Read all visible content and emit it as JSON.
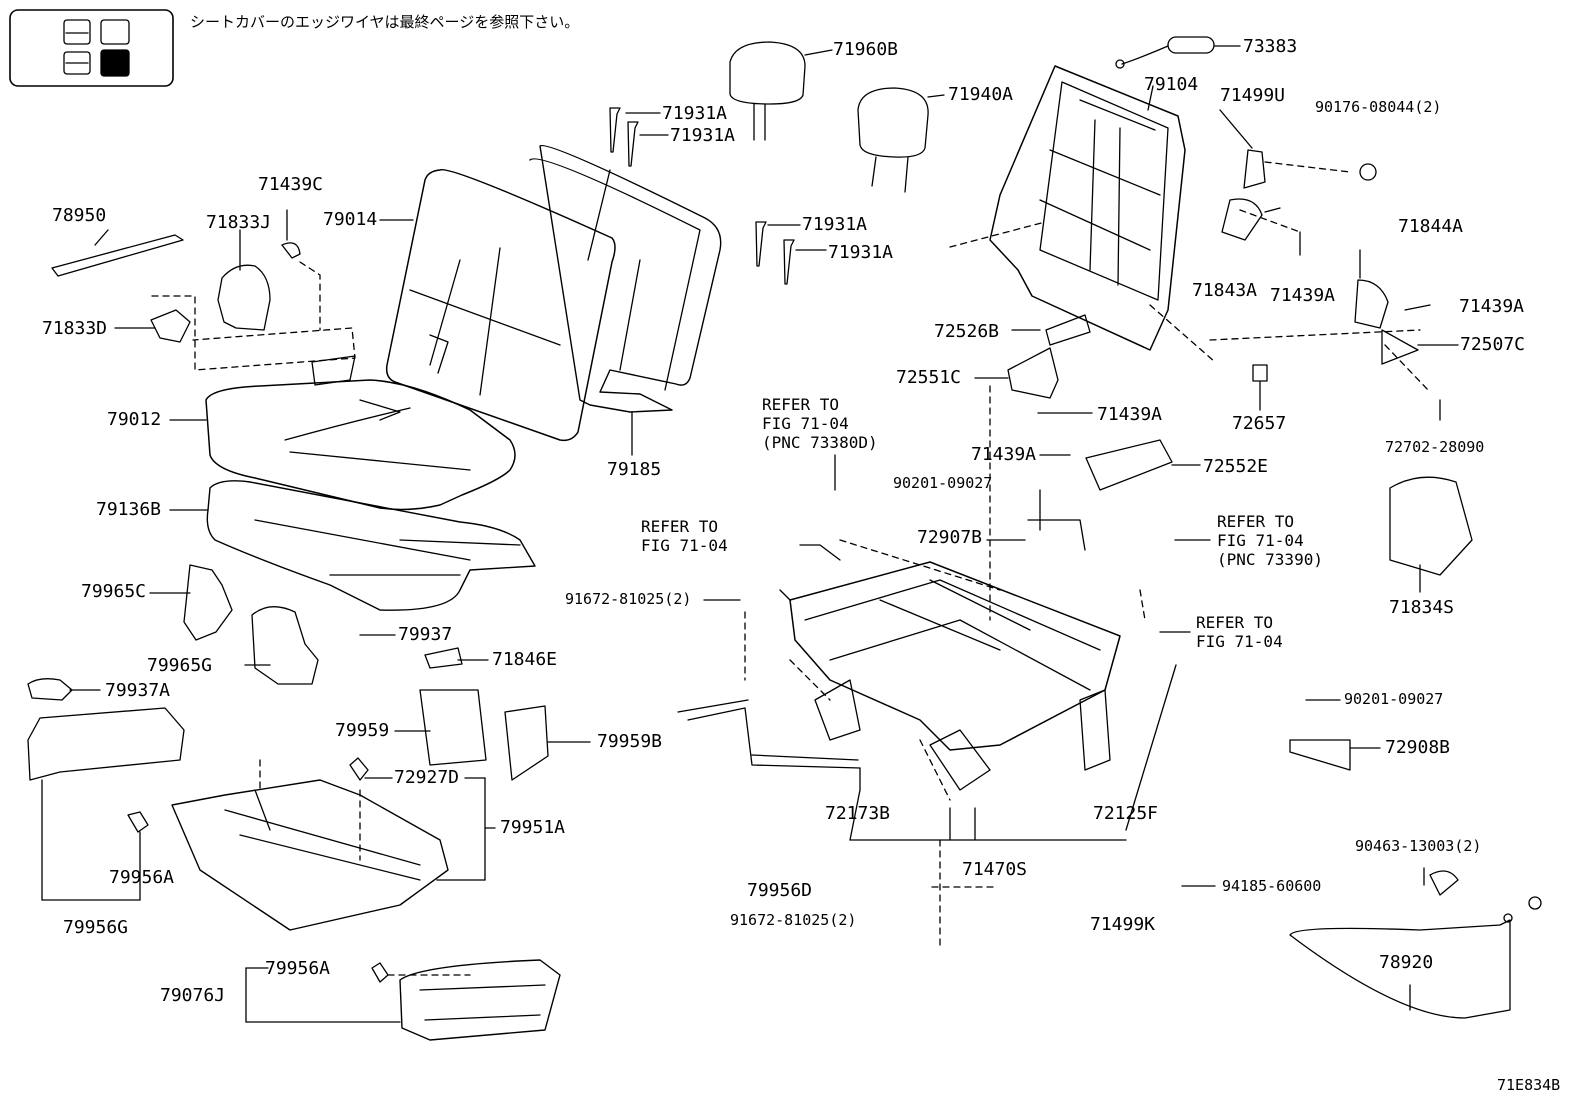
{
  "header_note": "シートカバーのエッジワイヤは最終ページを参照下さい。",
  "figure_code": "71E834B",
  "colors": {
    "line": "#000000",
    "background": "#ffffff",
    "fill_dark": "#000000"
  },
  "icons": {
    "seat_position_indicator": "seat-layout-icon"
  },
  "labels": {
    "p71960B": "71960B",
    "p73383": "73383",
    "p71940A": "71940A",
    "p71931A_1": "71931A",
    "p71931A_2": "71931A",
    "p71931A_3": "71931A",
    "p71931A_4": "71931A",
    "p79104": "79104",
    "p71499U": "71499U",
    "p90176": "90176-08044(2)",
    "p71439C": "71439C",
    "p78950": "78950",
    "p71833J": "71833J",
    "p79014": "79014",
    "p71843A": "71843A",
    "p71439A_1": "71439A",
    "p71844A": "71844A",
    "p71439A_2": "71439A",
    "p71833D": "71833D",
    "p72526B": "72526B",
    "p72507C": "72507C",
    "p72551C": "72551C",
    "p79012": "79012",
    "p71439A_3": "71439A",
    "p72657": "72657",
    "p71439A_4": "71439A",
    "p72702": "72702-28090",
    "p79185": "79185",
    "p90201_1": "90201-09027",
    "p72552E": "72552E",
    "p79136B": "79136B",
    "p72907B": "72907B",
    "p71834S": "71834S",
    "p79965C": "79965C",
    "p91672_1": "91672-81025(2)",
    "p79937": "79937",
    "p79965G": "79965G",
    "p71846E": "71846E",
    "p79937A": "79937A",
    "p90201_2": "90201-09027",
    "p79959": "79959",
    "p79959B": "79959B",
    "p72908B": "72908B",
    "p72927D": "72927D",
    "p79951A": "79951A",
    "p72173B": "72173B",
    "p72125F": "72125F",
    "p79956A_1": "79956A",
    "p79956G": "79956G",
    "p71470S": "71470S",
    "p90463": "90463-13003(2)",
    "p79956D": "79956D",
    "p94185": "94185-60600",
    "p91672_2": "91672-81025(2)",
    "p71499K": "71499K",
    "p78920": "78920",
    "p79956A_2": "79956A",
    "p79076J": "79076J"
  },
  "refers": {
    "r1": [
      "REFER TO",
      "FIG 71-04",
      "(PNC 73380D)"
    ],
    "r2": [
      "REFER TO",
      "FIG 71-04"
    ],
    "r3": [
      "REFER TO",
      "FIG 71-04",
      "(PNC 73390)"
    ],
    "r4": [
      "REFER TO",
      "FIG 71-04"
    ]
  }
}
